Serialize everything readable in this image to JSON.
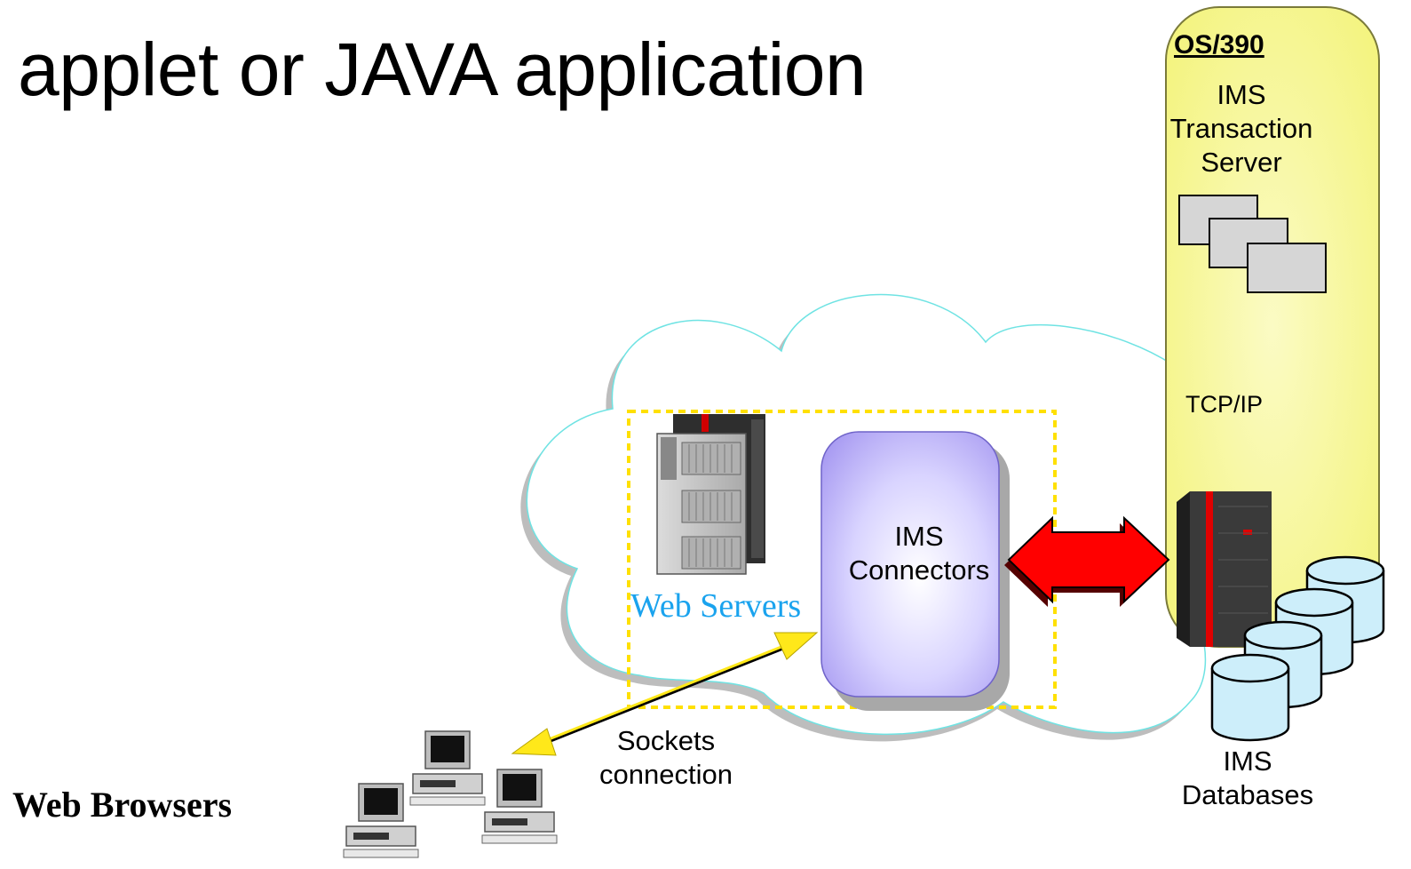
{
  "title": "applet or JAVA application",
  "os_panel": {
    "label": "OS/390",
    "server_lines": [
      "IMS",
      "Transaction",
      "Server"
    ],
    "protocol": "TCP/IP"
  },
  "connectors": {
    "lines": [
      "IMS",
      "Connectors"
    ]
  },
  "web_servers": {
    "label": "Web Servers"
  },
  "sockets": {
    "lines": [
      "Sockets",
      "connection"
    ]
  },
  "databases": {
    "lines": [
      "IMS",
      "Databases"
    ]
  },
  "web_browsers": {
    "label": "Web Browsers"
  },
  "colors": {
    "os_panel_fill": "#fbfb9a",
    "connector_fill": "#c8c0ff",
    "arrow_red": "#ff0000",
    "dashed_box": "#ffe000",
    "web_servers_text": "#1aa3ee",
    "database_fill": "#cdeefa",
    "socket_arrow": "#ffe81a"
  },
  "icons": [
    "server-tower-icon",
    "mainframe-icon",
    "database-cylinder-icon",
    "desktop-computer-icon",
    "window-stack-icon"
  ]
}
